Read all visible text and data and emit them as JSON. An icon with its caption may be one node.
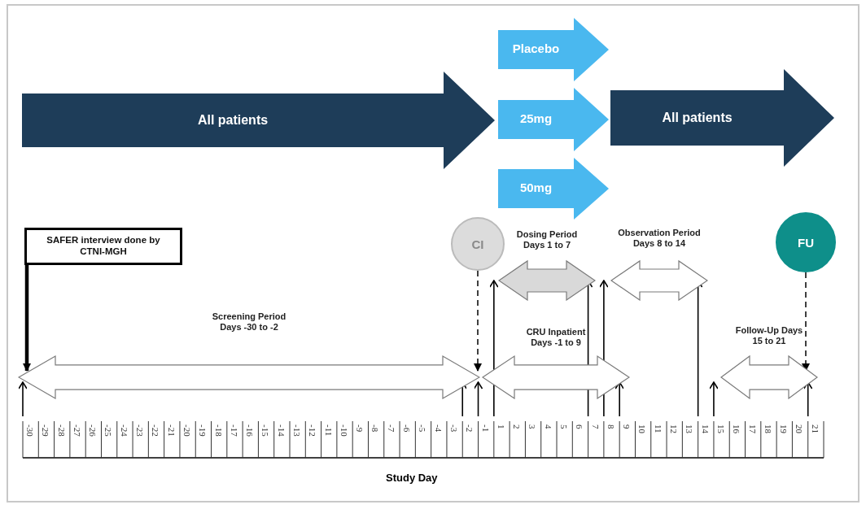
{
  "diagram": {
    "nodes": [
      {
        "text": [
          "All patients"
        ]
      },
      {
        "text": [
          "Placebo"
        ]
      },
      {
        "text": [
          "25mg"
        ]
      },
      {
        "text": [
          "50mg"
        ]
      },
      {
        "text": [
          "All patients"
        ]
      },
      {
        "text": [
          "SAFER interview done by CTNI-MGH"
        ]
      },
      {
        "text": [
          "CI"
        ]
      },
      {
        "text": [
          "Dosing Period Days 1 to 7"
        ]
      },
      {
        "text": [
          "Observation Period Days 8 to 14"
        ]
      },
      {
        "text": [
          "FU"
        ]
      },
      {
        "text": [
          "Screening Period Days -30 to -2"
        ]
      },
      {
        "text": [
          "CRU Inpatient Days -1 to 9"
        ]
      },
      {
        "text": [
          "Follow-Up Days 15 to 21"
        ]
      }
    ],
    "edges": [
      {
        "from": 5,
        "to": 10,
        "arrow": "to",
        "style": "thick"
      },
      {
        "from": 6,
        "to": 11,
        "arrow": "to",
        "style": "dashed"
      },
      {
        "from": 9,
        "to": 12,
        "arrow": "to",
        "style": "dashed"
      }
    ],
    "labels": [
      "-30",
      "-29",
      "-28",
      "-27",
      "-26",
      "-25",
      "-24",
      "-23",
      "-22",
      "-21",
      "-20",
      "-19",
      "-18",
      "-17",
      "-16",
      "-15",
      "-14",
      "-13",
      "-12",
      "-11",
      "-10",
      "-9",
      "-8",
      "-7",
      "-6",
      "-5",
      "-4",
      "-3",
      "-2",
      "-1",
      "1",
      "2",
      "3",
      "4",
      "5",
      "6",
      "7",
      "8",
      "9",
      "10",
      "11",
      "12",
      "13",
      "14",
      "15",
      "16",
      "17",
      "18",
      "19",
      "20",
      "21",
      "Study Day"
    ]
  }
}
